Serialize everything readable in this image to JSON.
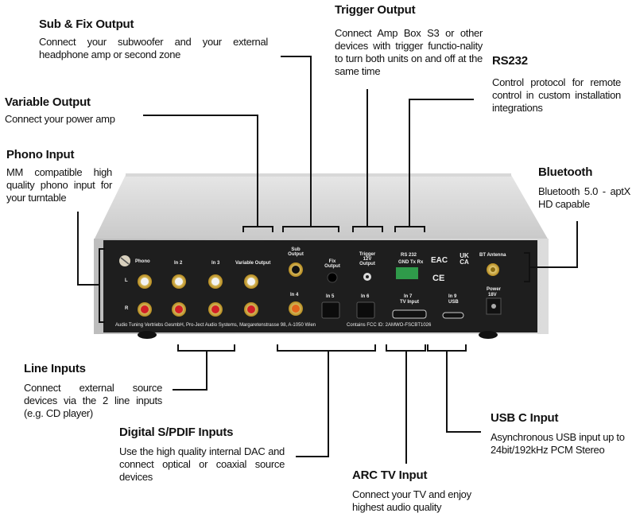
{
  "callouts": {
    "sub_fix": {
      "title": "Sub & Fix Output",
      "text": "Connect your subwoofer and your external headphone amp or second zone"
    },
    "trigger": {
      "title": "Trigger Output",
      "text": "Connect Amp Box S3 or other devices with trigger functio-nality to turn both units on and off at the same time"
    },
    "rs232": {
      "title": "RS232",
      "text": "Control protocol for remote control in custom installation integrations"
    },
    "variable": {
      "title": "Variable Output",
      "text": "Connect your power amp"
    },
    "phono": {
      "title": "Phono Input",
      "text": "MM compatible high quality phono input for your turntable"
    },
    "bluetooth": {
      "title": "Bluetooth",
      "text": "Bluetooth 5.0 - aptX HD capable"
    },
    "line": {
      "title": "Line Inputs",
      "text": "Connect external source devices via the 2 line inputs (e.g. CD player)"
    },
    "spdif": {
      "title": "Digital S/PDIF Inputs",
      "text": "Use the high quality internal DAC and connect optical or coaxial source devices"
    },
    "usb": {
      "title": "USB C Input",
      "text": "Asynchronous USB input up to 24bit/192kHz PCM Stereo"
    },
    "arc": {
      "title": "ARC TV Input",
      "text": "Connect your TV and enjoy highest audio quality"
    }
  },
  "panel": {
    "phono": "Phono",
    "in2": "In 2",
    "in3": "In 3",
    "variable_output": "Variable Output",
    "left": "L",
    "right": "R",
    "sub_output": "Sub Output",
    "fix_output": "Fix Output",
    "trigger": "Trigger 12V Output",
    "rs232": "RS 232",
    "rs232_pins": "GND Tx Rx",
    "in4": "In 4",
    "in5": "In 5",
    "in6": "In 6",
    "in7": "In 7",
    "tv_input": "TV Input",
    "in9": "In 9",
    "usb": "USB",
    "bt_antenna": "BT Antenna",
    "power": "Power",
    "power_voltage": "18V",
    "cert_eac": "EAC",
    "cert_ukca": "UK CA",
    "cert_ce": "CE",
    "footer_address": "Audio Tuning Vertriebs GesmbH, Pro-Ject Audio Systems, Margaretenstrasse 98, A-1050 Wien",
    "footer_fcc": "Contains FCC ID: 2AMWO-FSCBT1026"
  }
}
